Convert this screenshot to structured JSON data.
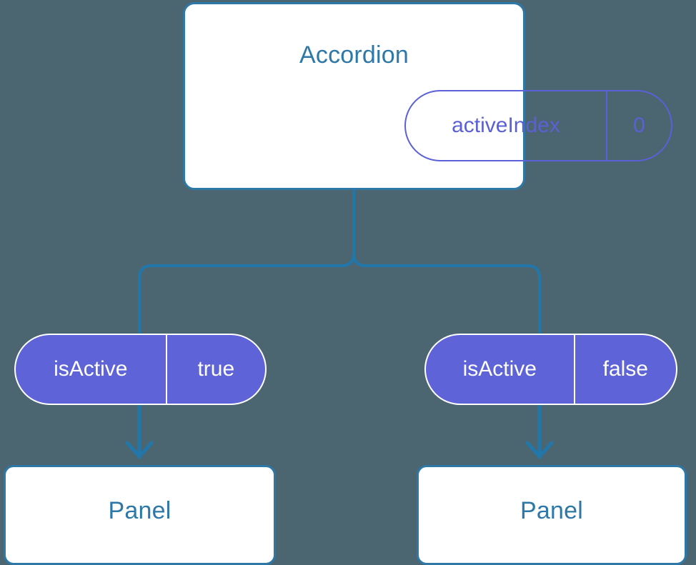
{
  "diagram": {
    "type": "component-tree",
    "background_color": "#4b6670",
    "accent_color": "#2e78a8",
    "pill_color": "#5e63d8",
    "root": {
      "title": "Accordion",
      "state_pill": {
        "key": "activeIndex",
        "value": "0"
      }
    },
    "branches": [
      {
        "prop_pill": {
          "key": "isActive",
          "value": "true"
        },
        "child": {
          "title": "Panel"
        }
      },
      {
        "prop_pill": {
          "key": "isActive",
          "value": "false"
        },
        "child": {
          "title": "Panel"
        }
      }
    ]
  }
}
